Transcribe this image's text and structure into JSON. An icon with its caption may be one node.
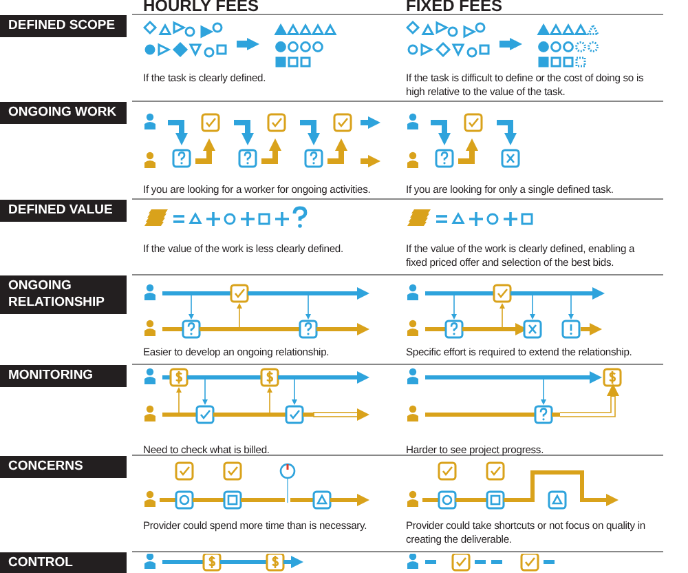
{
  "diagram": {
    "labels": [
      "HOURLY FEES",
      "FIXED FEES",
      "DEFINED SCOPE",
      "If the task is clearly defined.",
      "If the task is difficult to define or the cost of doing so is high relative to the value of the task.",
      "ONGOING WORK",
      "If you are looking for a worker for ongoing activities.",
      "If you are looking for only a single defined task.",
      "DEFINED VALUE",
      "If the value of the work is less clearly defined.",
      "If the value of the work is clearly defined, enabling a fixed priced offer and selection of the best bids.",
      "ONGOING RELATIONSHIP",
      "Easier to develop an ongoing relationship.",
      "Specific effort is required to extend the relationship.",
      "MONITORING",
      "Need to check what is billed.",
      "Harder to see project progress.",
      "CONCERNS",
      "Provider could spend more time than is necessary.",
      "Provider could take shortcuts or not focus on quality in creating the deliverable.",
      "CONTROL"
    ]
  }
}
